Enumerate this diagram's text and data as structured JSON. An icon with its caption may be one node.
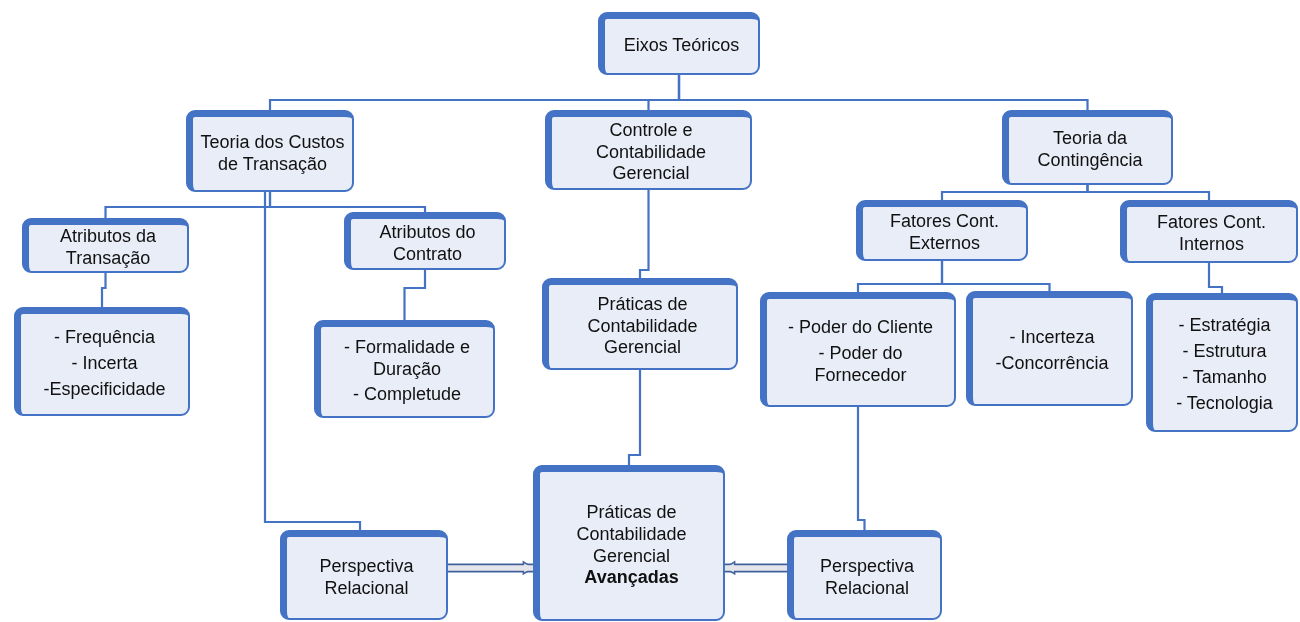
{
  "diagram": {
    "nodes": [
      {
        "text": [
          "Eixos Teóricos"
        ]
      },
      {
        "text": [
          "Teoria dos Custos de Transação"
        ]
      },
      {
        "text": [
          "Controle e Contabilidade Gerencial"
        ]
      },
      {
        "text": [
          "Teoria da Contingência"
        ]
      },
      {
        "text": [
          "Atributos da Transação"
        ]
      },
      {
        "text": [
          "Atributos do Contrato"
        ]
      },
      {
        "text": [
          "- Frequência",
          "- Incerta",
          "-Especificidade"
        ]
      },
      {
        "text": [
          "- Formalidade e Duração",
          "- Completude"
        ]
      },
      {
        "text": [
          "Práticas de Contabilidade Gerencial"
        ]
      },
      {
        "text": [
          "Fatores Cont. Externos"
        ]
      },
      {
        "text": [
          "Fatores Cont. Internos"
        ]
      },
      {
        "text": [
          "- Poder do Cliente",
          "- Poder do Fornecedor"
        ]
      },
      {
        "text": [
          "- Incerteza",
          "-Concorrência"
        ]
      },
      {
        "text": [
          "- Estratégia",
          "- Estrutura",
          "- Tamanho",
          "- Tecnologia"
        ]
      },
      {
        "text": [
          "Perspectiva Relacional"
        ]
      },
      {
        "text": [
          "Práticas de Contabilidade Gerencial **Avançadas**"
        ]
      },
      {
        "text": [
          "Perspectiva Relacional"
        ]
      }
    ],
    "edges": [
      {
        "from": 0,
        "to": 1,
        "arrow": "none"
      },
      {
        "from": 0,
        "to": 2,
        "arrow": "none"
      },
      {
        "from": 0,
        "to": 3,
        "arrow": "none"
      },
      {
        "from": 1,
        "to": 4,
        "arrow": "none"
      },
      {
        "from": 1,
        "to": 5,
        "arrow": "none"
      },
      {
        "from": 4,
        "to": 6,
        "arrow": "none"
      },
      {
        "from": 5,
        "to": 7,
        "arrow": "none"
      },
      {
        "from": 1,
        "to": 14,
        "arrow": "none"
      },
      {
        "from": 2,
        "to": 8,
        "arrow": "none"
      },
      {
        "from": 8,
        "to": 15,
        "arrow": "none"
      },
      {
        "from": 3,
        "to": 9,
        "arrow": "none"
      },
      {
        "from": 3,
        "to": 10,
        "arrow": "none"
      },
      {
        "from": 9,
        "to": 11,
        "arrow": "none"
      },
      {
        "from": 9,
        "to": 12,
        "arrow": "none"
      },
      {
        "from": 10,
        "to": 13,
        "arrow": "none"
      },
      {
        "from": 11,
        "to": 16,
        "arrow": "none"
      },
      {
        "from": 14,
        "to": 15,
        "arrow": "to",
        "style": "thick"
      },
      {
        "from": 16,
        "to": 15,
        "arrow": "to",
        "style": "thick"
      }
    ]
  }
}
